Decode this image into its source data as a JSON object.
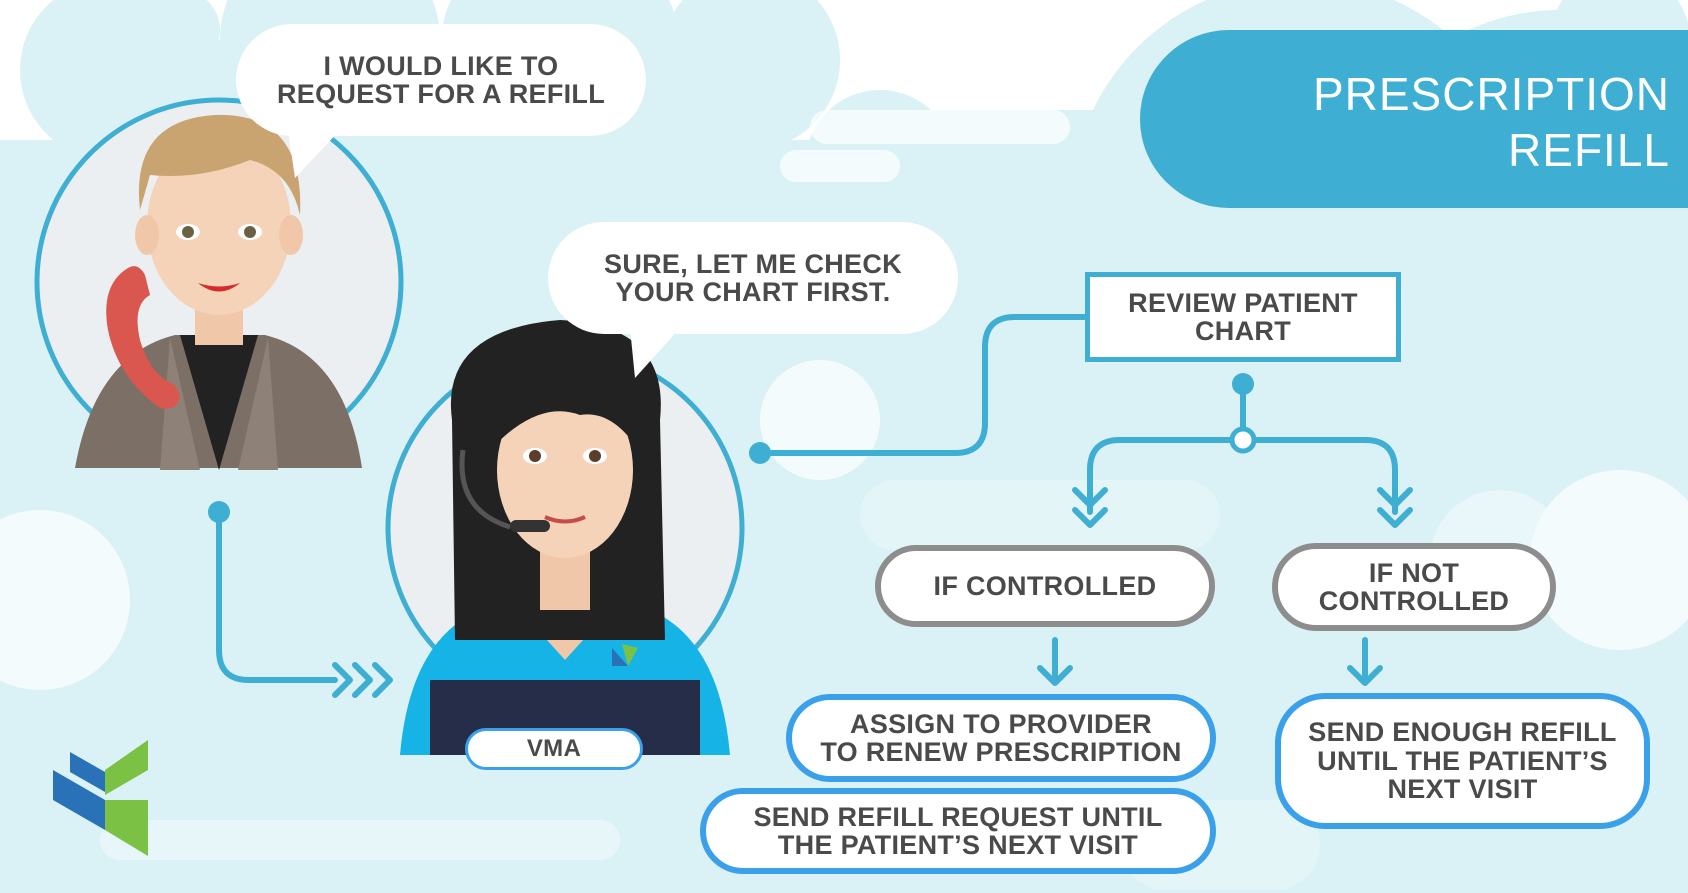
{
  "title": {
    "line1": "PRESCRIPTION",
    "line2": "REFILL"
  },
  "speech": {
    "patient": {
      "line1": "I WOULD LIKE TO",
      "line2": "REQUEST FOR A REFILL"
    },
    "vma": {
      "line1": "SURE, LET ME CHECK",
      "line2": "YOUR CHART FIRST."
    }
  },
  "vma_label": "VMA",
  "flow": {
    "review": {
      "line1": "REVIEW PATIENT",
      "line2": "CHART"
    },
    "controlled": "IF CONTROLLED",
    "not_controlled": {
      "line1": "IF NOT",
      "line2": "CONTROLLED"
    },
    "assign": {
      "line1": "ASSIGN TO PROVIDER",
      "line2": "TO RENEW PRESCRIPTION"
    },
    "send_request": {
      "line1": "SEND REFILL REQUEST UNTIL",
      "line2": "THE PATIENT’S NEXT VISIT"
    },
    "send_enough": {
      "line1": "SEND ENOUGH REFILL",
      "line2": "UNTIL THE PATIENT’S",
      "line3": "NEXT VISIT"
    }
  },
  "colors": {
    "accent_blue": "#3eaed3",
    "background_cloud": "#daf1f6",
    "pill_gray": "#8d8d8d",
    "pill_blue": "#3aa0ea"
  }
}
